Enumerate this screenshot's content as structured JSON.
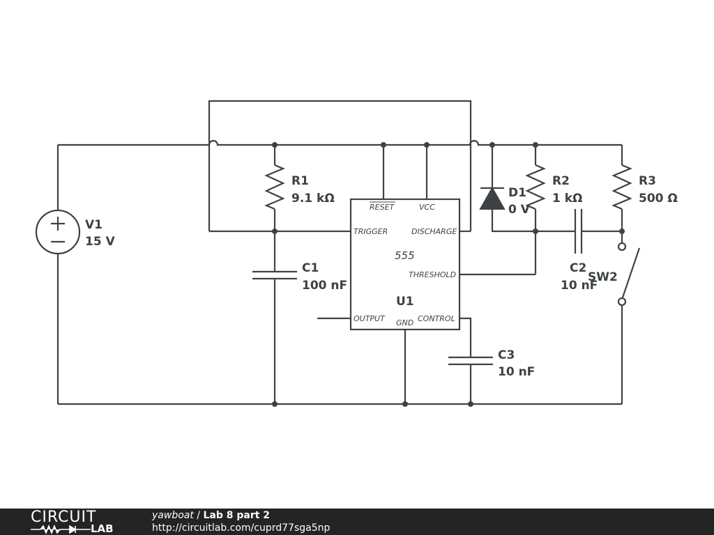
{
  "schematic": {
    "components": {
      "V1": {
        "name": "V1",
        "value": "15 V"
      },
      "R1": {
        "name": "R1",
        "value": "9.1 kΩ"
      },
      "R2": {
        "name": "R2",
        "value": "1 kΩ"
      },
      "R3": {
        "name": "R3",
        "value": "500 Ω"
      },
      "C1": {
        "name": "C1",
        "value": "100 nF"
      },
      "C2": {
        "name": "C2",
        "value": "10 nF"
      },
      "C3": {
        "name": "C3",
        "value": "10 nF"
      },
      "D1": {
        "name": "D1",
        "value": "0 V"
      },
      "SW2": {
        "name": "SW2"
      },
      "U1": {
        "name": "U1",
        "part": "555",
        "pins": {
          "reset": "RESET",
          "vcc": "VCC",
          "trigger": "TRIGGER",
          "discharge": "DISCHARGE",
          "threshold": "THRESHOLD",
          "output": "OUTPUT",
          "gnd": "GND",
          "control": "CONTROL"
        }
      }
    }
  },
  "footer": {
    "logo_top": "CIRCUIT",
    "logo_bottom": "LAB",
    "author": "yawboat",
    "separator": " / ",
    "title": "Lab 8 part 2",
    "url": "http://circuitlab.com/cuprd77sga5np"
  },
  "colors": {
    "wire": "#3c4245",
    "footer_bg": "#222425",
    "footer_text": "#ffffff"
  }
}
